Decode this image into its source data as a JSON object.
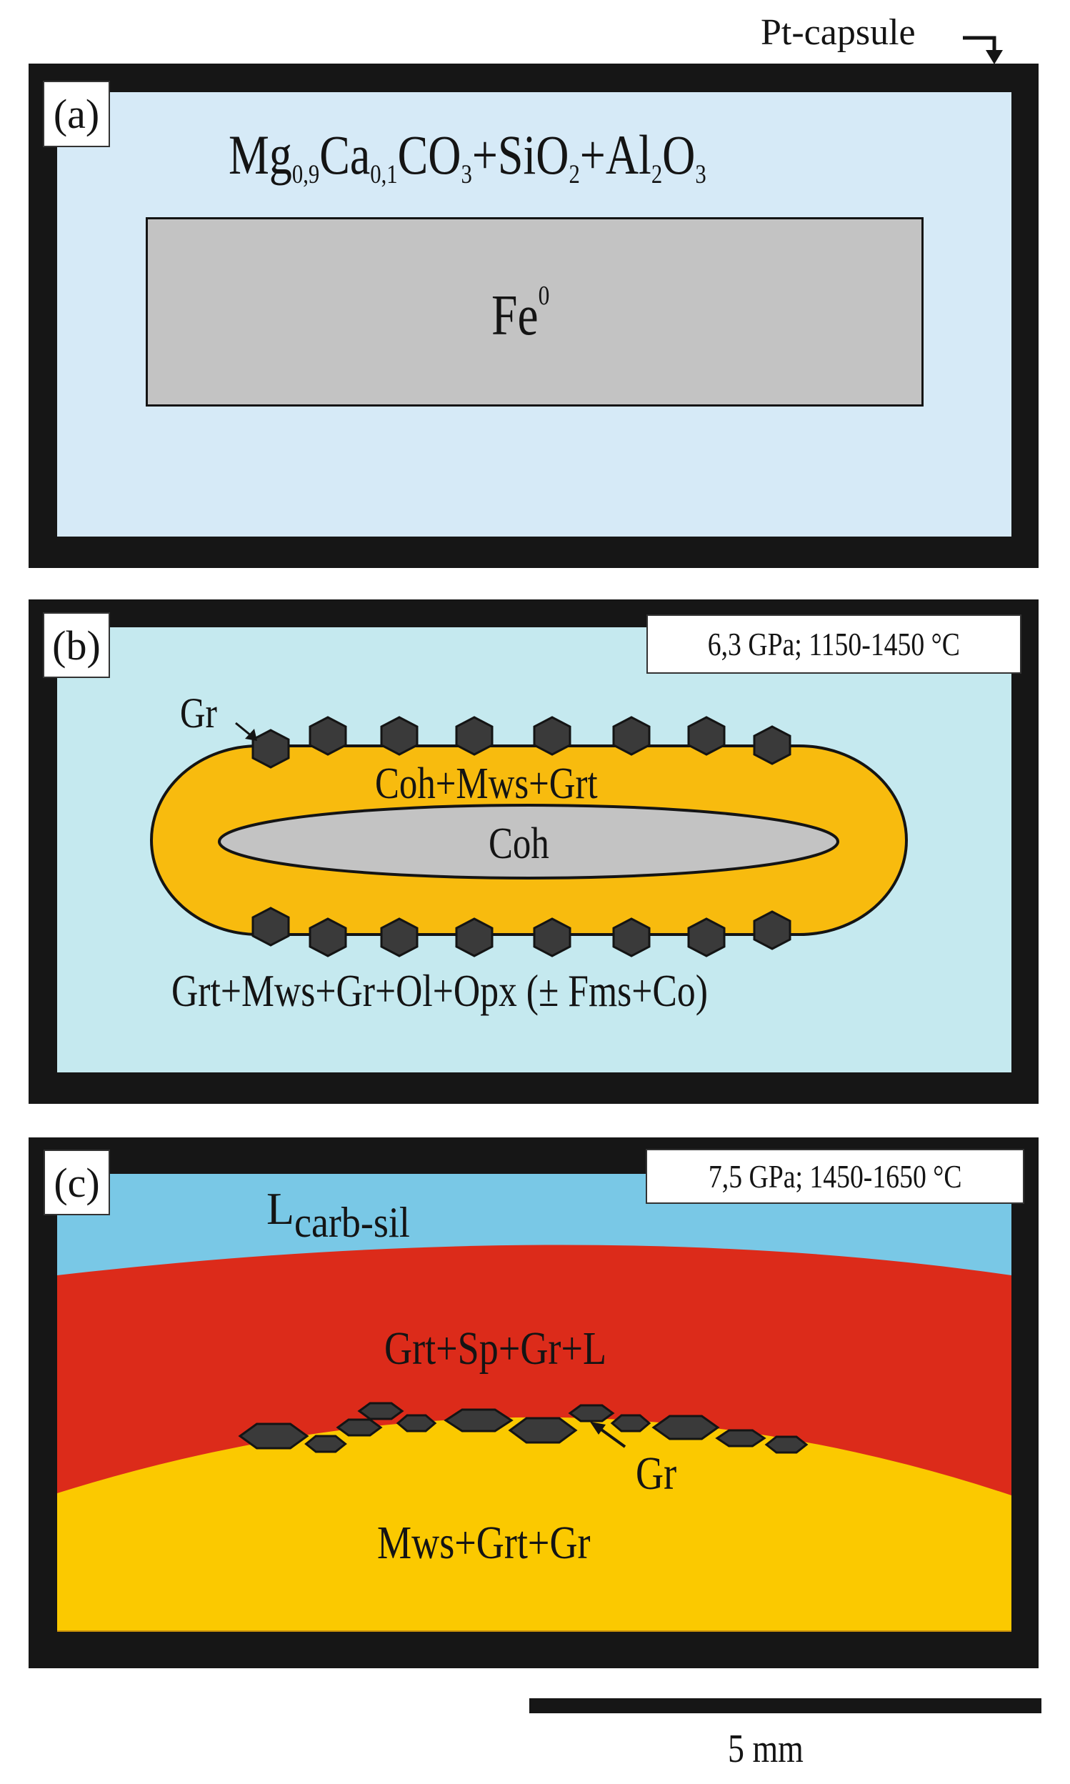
{
  "figure": {
    "capsule_label": "Pt-capsule",
    "scale_bar": {
      "label": "5 mm"
    },
    "colors": {
      "frame": "#161616",
      "panel_a_bg": "#d6eaf7",
      "panel_b_bg": "#c5e9ef",
      "fe_rect": "#c3c3c3",
      "capsule_orange": "#f8bb0e",
      "coh_gray": "#c3c3c3",
      "graphite": "#3a3a3a",
      "liquid_blue": "#79c8e6",
      "red_zone": "#dc2b1a",
      "yellow_zone": "#fbc900"
    }
  },
  "panels": {
    "a": {
      "label": "(a)",
      "formula": {
        "parts": [
          {
            "t": "Mg",
            "s": "0,9"
          },
          {
            "t": "Ca",
            "s": "0,1"
          },
          {
            "t": "CO",
            "s": "3"
          },
          {
            "t": "+SiO",
            "s": "2"
          },
          {
            "t": "+Al",
            "s": "2"
          },
          {
            "t": "O",
            "s": "3"
          }
        ]
      },
      "core": {
        "element": "Fe",
        "superscript": "0"
      }
    },
    "b": {
      "label": "(b)",
      "conditions": "6,3 GPa; 1150-1450 °C",
      "gr_label": "Gr",
      "rim_label": "Coh+Mws+Grt",
      "core_label": "Coh",
      "matrix_label": "Grt+Mws+Gr+Ol+Opx (± Fms+Co)"
    },
    "c": {
      "label": "(c)",
      "conditions": "7,5 GPa; 1450-1650 °C",
      "liquid_label_main": "L",
      "liquid_label_sub": "carb-sil",
      "middle_label": "Grt+Sp+Gr+L",
      "gr_label": "Gr",
      "bottom_label": "Mws+Grt+Gr"
    }
  }
}
